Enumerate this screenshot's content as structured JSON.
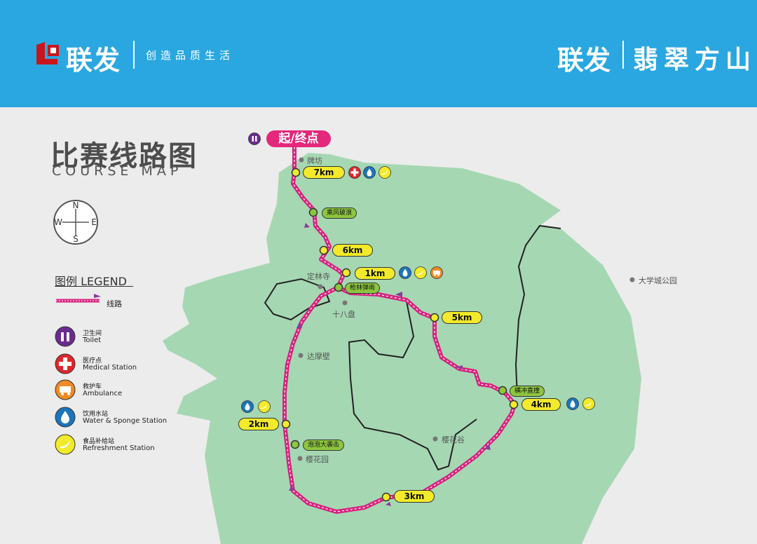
{
  "header": {
    "brand": "联发",
    "slogan": "创造品质生活",
    "brand_right": "联发",
    "project": "翡翠方山",
    "bg_color": "#2aa7e0"
  },
  "title": {
    "cn": "比赛线路图",
    "en": "COURSE MAP"
  },
  "compass": {
    "n": "N",
    "s": "S",
    "e": "E",
    "w": "W"
  },
  "legend": {
    "title": "图例  LEGEND",
    "route_label": "线路",
    "items": [
      {
        "cn": "卫生间",
        "en": "Toilet",
        "icon": "toilet-icon",
        "color": "#6a2c8f"
      },
      {
        "cn": "医疗点",
        "en": "Medical Station",
        "icon": "medical-cross-icon",
        "color": "#e0262b"
      },
      {
        "cn": "救护车",
        "en": "Ambulance",
        "icon": "ambulance-icon",
        "color": "#f08a24"
      },
      {
        "cn": "饮用水站",
        "en": "Water & Sponge Station",
        "icon": "water-drop-icon",
        "color": "#1c74bb"
      },
      {
        "cn": "食品补给站",
        "en": "Refreshment Station",
        "icon": "banana-icon",
        "color": "#f2ea2a"
      }
    ]
  },
  "map": {
    "start_label": "起/终点",
    "km_markers": [
      "7km",
      "6km",
      "1km",
      "5km",
      "4km",
      "2km",
      "3km"
    ],
    "green_labels": [
      "乘风破浪",
      "枪林弹雨",
      "横冲直撞",
      "泡泡大袭击"
    ],
    "places": [
      "牌坊",
      "定林寺",
      "十八盘",
      "达摩壁",
      "樱花谷",
      "樱花园",
      "大学城公园"
    ],
    "route_color": "#d6237f",
    "land_color": "#a6d7b3"
  }
}
